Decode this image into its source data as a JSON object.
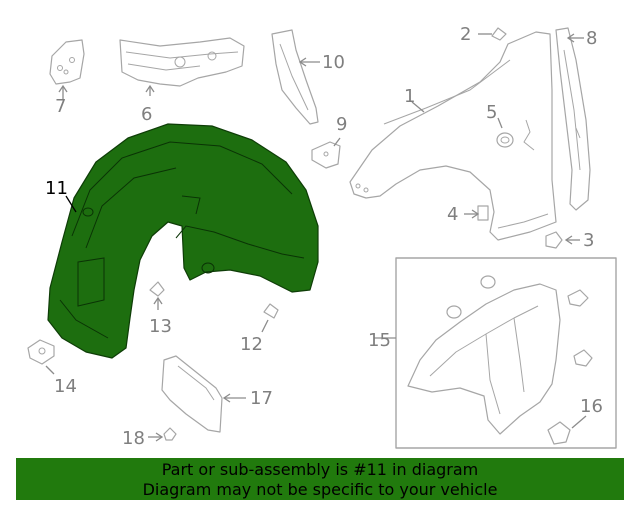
{
  "diagram": {
    "highlighted_part": "11",
    "callouts": {
      "p1": "1",
      "p2": "2",
      "p3": "3",
      "p4": "4",
      "p5": "5",
      "p6": "6",
      "p7": "7",
      "p8": "8",
      "p9": "9",
      "p10": "10",
      "p11": "11",
      "p12": "12",
      "p13": "13",
      "p14": "14",
      "p15": "15",
      "p16": "16",
      "p17": "17",
      "p18": "18"
    },
    "colors": {
      "highlight": "#1d6e0f",
      "banner": "#217a0d",
      "line": "#a6a6a6",
      "label": "#7f7f7f"
    }
  },
  "banner": {
    "line1": "Part or sub-assembly is #11 in diagram",
    "line2": "Diagram may not be specific to your vehicle"
  }
}
